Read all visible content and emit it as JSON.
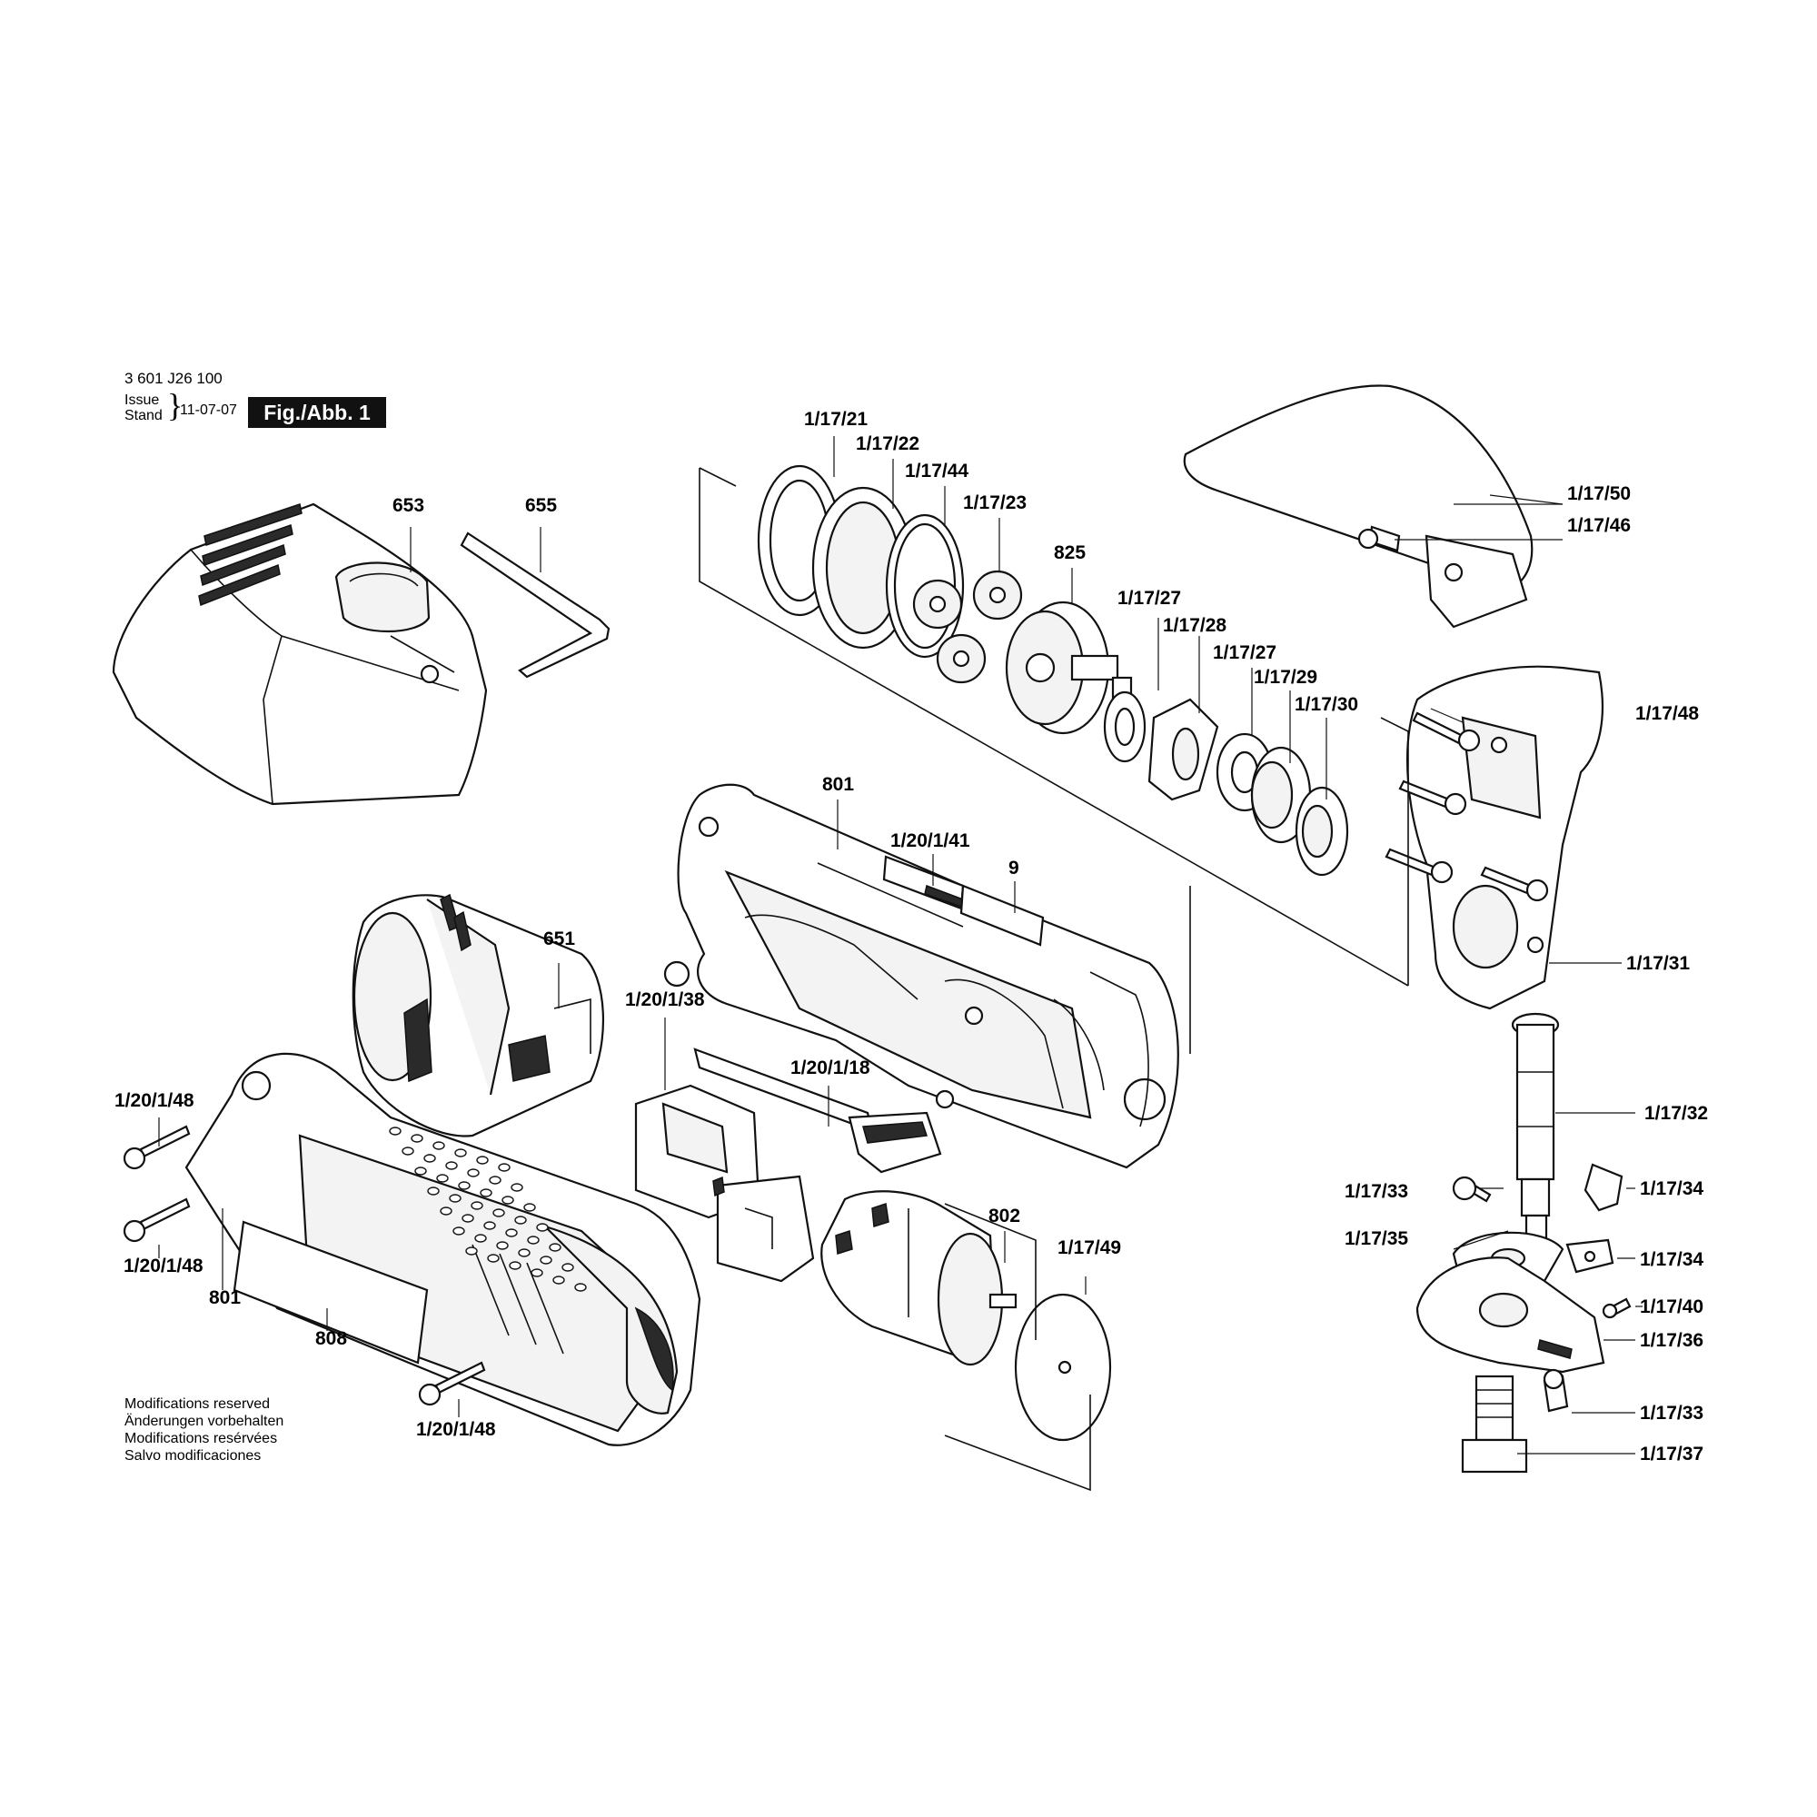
{
  "header": {
    "drawing_number": "3 601 J26 100",
    "issue_label_1": "Issue",
    "issue_label_2": "Stand",
    "issue_date": "11-07-07",
    "figure_label": "Fig./Abb. 1"
  },
  "notes": [
    "Modifications reserved",
    "Änderungen vorbehalten",
    "Modifications resérvées",
    "Salvo modificaciones"
  ],
  "callouts": {
    "charger": "653",
    "hex_key": "655",
    "battery": "651",
    "housing_top": "801",
    "housing_bottom": "801",
    "label_9": "9",
    "label_1_20_1_41": "1/20/1/41",
    "switch_1_20_1_38": "1/20/1/38",
    "slide_1_20_1_18": "1/20/1/18",
    "screw_1_20_1_48_a": "1/20/1/48",
    "screw_1_20_1_48_b": "1/20/1/48",
    "screw_1_20_1_48_c": "1/20/1/48",
    "label_808": "808",
    "motor_802": "802",
    "disc_1_17_49": "1/17/49",
    "ring_1_17_21": "1/17/21",
    "gear_1_17_22": "1/17/22",
    "ring_1_17_44": "1/17/44",
    "gear_1_17_23": "1/17/23",
    "carrier_825": "825",
    "washer_1_17_27_a": "1/17/27",
    "eccentric_1_17_28": "1/17/28",
    "washer_1_17_27_b": "1/17/27",
    "bearing_1_17_29": "1/17/29",
    "bearing_1_17_30": "1/17/30",
    "cover_1_17_50": "1/17/50",
    "screw_1_17_46": "1/17/46",
    "screw_1_17_48": "1/17/48",
    "head_1_17_31": "1/17/31",
    "punch_1_17_32": "1/17/32",
    "screw_1_17_33_a": "1/17/33",
    "clip_1_17_34_a": "1/17/34",
    "plate_1_17_35": "1/17/35",
    "clip_1_17_34_b": "1/17/34",
    "screw_1_17_40": "1/17/40",
    "die_1_17_36": "1/17/36",
    "screw_1_17_33_b": "1/17/33",
    "bolt_1_17_37": "1/17/37"
  }
}
